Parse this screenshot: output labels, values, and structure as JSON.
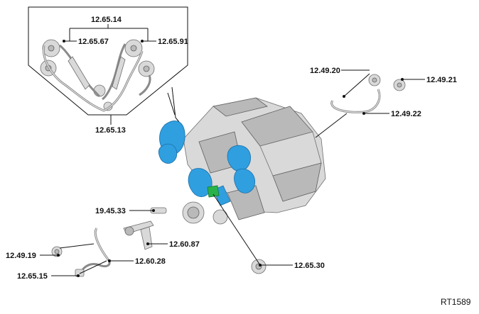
{
  "figure_id": "RT1589",
  "callouts": {
    "timing_kit": "12.65.14",
    "left_chain": "12.65.67",
    "right_chain": "12.65.91",
    "inset_group": "12.65.13",
    "sprocket_top": "12.49.20",
    "sprocket_right": "12.49.21",
    "aux_chain": "12.49.22",
    "shaft": "19.45.33",
    "lower_sprocket": "12.49.19",
    "lower_chain": "12.60.28",
    "guide": "12.60.87",
    "tensioner": "12.65.15",
    "pulley": "12.65.30"
  },
  "colors": {
    "highlight_blue": "#2f9fe0",
    "highlight_green": "#29b24a"
  }
}
